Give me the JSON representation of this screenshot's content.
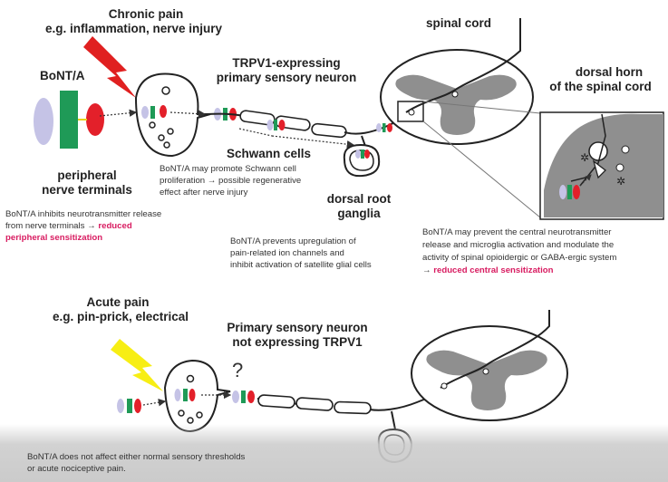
{
  "top": {
    "chronic_title": "Chronic pain",
    "chronic_subtitle": "e.g. inflammation, nerve injury",
    "bont_label": "BoNT/A",
    "trpv1_line1": "TRPV1-expressing",
    "trpv1_line2": "primary sensory neuron",
    "spinal_cord": "spinal cord",
    "dorsal_horn_line1": "dorsal horn",
    "dorsal_horn_line2": "of the spinal cord",
    "schwann": "Schwann cells",
    "schwann_note": [
      "BoNT/A may promote Schwann cell",
      "proliferation → possible regenerative",
      "effect after nerve injury"
    ],
    "peripheral_line1": "peripheral",
    "peripheral_line2": "nerve terminals",
    "peripheral_note": [
      "BoNT/A inhibits neurotransmitter release",
      "from nerve terminals → "
    ],
    "peripheral_note_red1": "reduced",
    "peripheral_note_red2": "peripheral sensitization",
    "drg_line1": "dorsal root",
    "drg_line2": "ganglia",
    "drg_note": [
      "BoNT/A prevents upregulation of",
      "pain-related ion channels and",
      "inhibit activation of satellite glial cells"
    ],
    "central_note": [
      "BoNT/A may prevent the central neurotransmitter",
      "release and microglia activation and modulate the",
      "activity of spinal opioidergic or GABA-ergic system"
    ],
    "central_arrow": "→ ",
    "central_red": "reduced central sensitization"
  },
  "bottom": {
    "acute_title": "Acute pain",
    "acute_subtitle": "e.g. pin-prick, electrical",
    "primary_line1": "Primary sensory neuron",
    "primary_line2": "not expressing TRPV1",
    "question": "?",
    "note_line1": "BoNT/A does not affect  either normal sensory thresholds",
    "note_line2": "or acute nociceptive pain."
  },
  "colors": {
    "lavender": "#c5c3e6",
    "green": "#1f9a57",
    "red": "#e3202a",
    "bolt_red": "#e02020",
    "bolt_yellow": "#f7ee14",
    "cord_gray": "#8f8f8f",
    "accent_text": "#d81b60"
  },
  "icons": {
    "chronic": "lightning-bolt-icon",
    "acute": "lightning-bolt-icon",
    "watermark": "logo-watermark"
  }
}
